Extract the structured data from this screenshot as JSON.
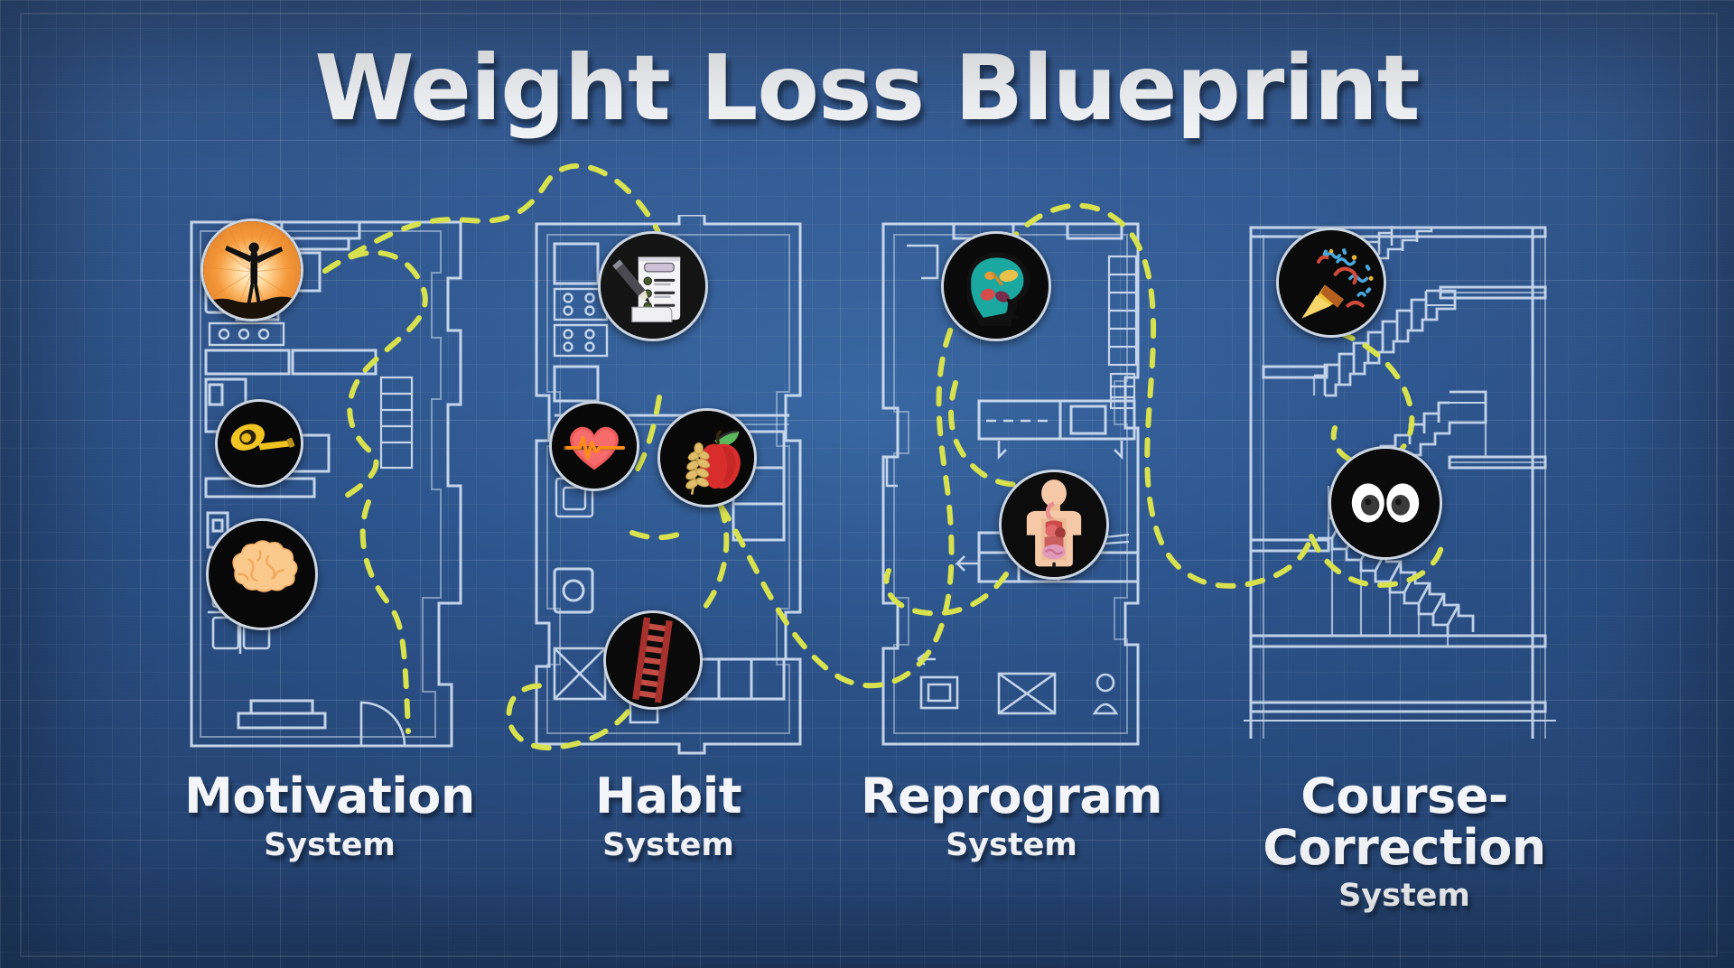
{
  "title": "Weight Loss Blueprint",
  "theme": {
    "background_blue": "#2d5590",
    "line_white": "#dce8f7",
    "path_yellow": "#d7e04a",
    "icon_black": "#080808"
  },
  "columns": [
    {
      "id": "motivation",
      "label_main": "Motivation",
      "label_sub": "System",
      "blueprint": "floorplan-room",
      "icons": [
        {
          "name": "sunrise-person-icon",
          "glyph": "person-arms-out-sunburst"
        },
        {
          "name": "tape-measure-icon",
          "glyph": "measuring-tape"
        },
        {
          "name": "brain-icon",
          "glyph": "brain"
        }
      ]
    },
    {
      "id": "habit",
      "label_main": "Habit",
      "label_sub": "System",
      "blueprint": "floorplan-kitchen",
      "icons": [
        {
          "name": "checklist-clipboard-icon",
          "glyph": "clipboard-pencil"
        },
        {
          "name": "heartbeat-icon",
          "glyph": "heart-pulse"
        },
        {
          "name": "apple-wheat-icon",
          "glyph": "apple-grain"
        },
        {
          "name": "ladder-icon",
          "glyph": "ladder"
        }
      ]
    },
    {
      "id": "reprogram",
      "label_main": "Reprogram",
      "label_sub": "System",
      "blueprint": "floorplan-bath",
      "icons": [
        {
          "name": "mind-head-icon",
          "glyph": "head-with-brain"
        },
        {
          "name": "anatomy-icon",
          "glyph": "torso-organs"
        }
      ]
    },
    {
      "id": "course-correction",
      "label_main_line1": "Course-",
      "label_main_line2": "Correction",
      "label_sub": "System",
      "blueprint": "staircase-section",
      "icons": [
        {
          "name": "party-popper-icon",
          "glyph": "confetti-cone"
        },
        {
          "name": "eyes-icon",
          "glyph": "pair-of-eyes"
        }
      ]
    }
  ]
}
